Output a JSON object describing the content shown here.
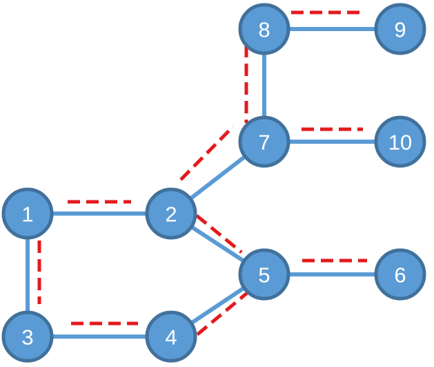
{
  "colors": {
    "node_fill": "#5b9bd5",
    "node_border": "#41719c",
    "edge_solid": "#5b9bd5",
    "edge_dashed": "#e31a1c",
    "label": "#ffffff"
  },
  "nodes": [
    {
      "id": "1",
      "label": "1"
    },
    {
      "id": "2",
      "label": "2"
    },
    {
      "id": "3",
      "label": "3"
    },
    {
      "id": "4",
      "label": "4"
    },
    {
      "id": "5",
      "label": "5"
    },
    {
      "id": "6",
      "label": "6"
    },
    {
      "id": "7",
      "label": "7"
    },
    {
      "id": "8",
      "label": "8"
    },
    {
      "id": "9",
      "label": "9"
    },
    {
      "id": "10",
      "label": "10"
    }
  ],
  "solid_edges": [
    [
      "1",
      "2"
    ],
    [
      "1",
      "3"
    ],
    [
      "3",
      "4"
    ],
    [
      "2",
      "5"
    ],
    [
      "4",
      "5"
    ],
    [
      "5",
      "6"
    ],
    [
      "2",
      "7"
    ],
    [
      "7",
      "8"
    ],
    [
      "8",
      "9"
    ],
    [
      "7",
      "10"
    ]
  ],
  "dashed_edges": [
    [
      "1",
      "2"
    ],
    [
      "1",
      "3"
    ],
    [
      "3",
      "4"
    ],
    [
      "4",
      "5"
    ],
    [
      "2",
      "5"
    ],
    [
      "5",
      "6"
    ],
    [
      "2",
      "7"
    ],
    [
      "7",
      "8"
    ],
    [
      "8",
      "9"
    ],
    [
      "7",
      "10"
    ]
  ]
}
